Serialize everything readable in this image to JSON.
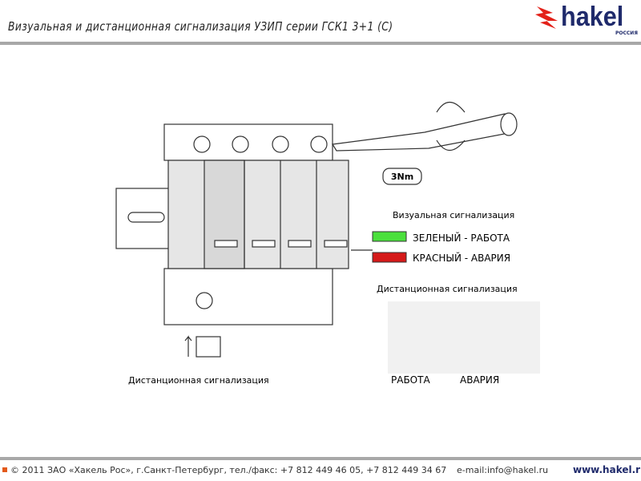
{
  "header": {
    "title": "Визуальная и дистанционная сигнализация УЗИП серии ГСК1 3+1 (С)",
    "logo_text": "hakel",
    "logo_sub": "РОССИЯ"
  },
  "diagram": {
    "torque": "3Nm",
    "visual_heading": "Визуальная сигнализация",
    "green_label": "ЗЕЛЕНЫЙ - РАБОТА",
    "red_label": "КРАСНЫЙ - АВАРИЯ",
    "remote_heading": "Дистанционная сигнализация",
    "work_label": "РАБОТА",
    "fault_label": "АВАРИЯ",
    "bottom_label": "Дистанционная сигнализация",
    "colors": {
      "green": "#4be03c",
      "red": "#d51a1a"
    }
  },
  "footer": {
    "copyright": "© 2011 ЗАО «Хакель Рос», г.Санкт-Петербург, тел./факс: +7 812 449 46 05, +7 812 449 34 67",
    "email": "e-mail:info@hakel.ru",
    "site": "www.hakel.ru"
  }
}
